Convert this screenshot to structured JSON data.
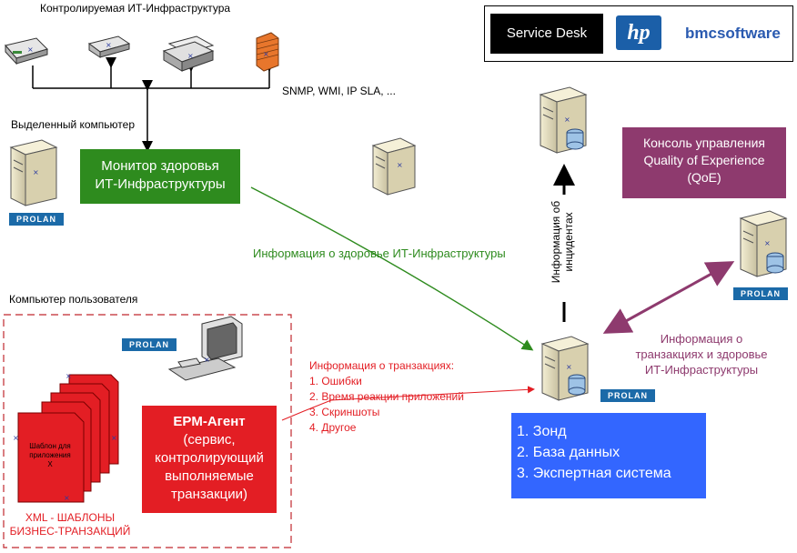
{
  "infra": {
    "title": "Контролируемая ИТ-Инфраструктура",
    "protocols": "SNMP, WMI, IP SLA, ..."
  },
  "dedicated": {
    "label": "Выделенный компьютер"
  },
  "monitor": {
    "line1": "Монитор здоровья",
    "line2": "ИТ-Инфраструктуры",
    "color": "#2e8b1e"
  },
  "health_flow": {
    "label": "Информация о здоровье ИТ-Инфраструктуры"
  },
  "incidents": {
    "line1": "Информация об",
    "line2": "инцидентах"
  },
  "vendors": {
    "service_desk": "Service Desk",
    "hp": "hp",
    "bmc": "bmcsoftware"
  },
  "qoe": {
    "line1": "Консоль управления",
    "line2": "Quality of Experience",
    "line3": "(QoE)",
    "color": "#8e3a6e"
  },
  "qoe_flow": {
    "line1": "Информация о",
    "line2": "транзакциях и здоровье",
    "line3": "ИТ-Инфраструктуры"
  },
  "user_pc": {
    "label": "Компьютер пользователя"
  },
  "templates": {
    "doc_text": [
      "Шаблон для",
      "приложения",
      "X"
    ],
    "caption1": "XML - ШАБЛОНЫ",
    "caption2": "БИЗНЕС-ТРАНЗАКЦИЙ"
  },
  "agent": {
    "title": "EPM-Агент",
    "line1": "(сервис,",
    "line2": "контролирующий",
    "line3": "выполняемые",
    "line4": "транзакции)"
  },
  "transactions": {
    "title": "Информация о транзакциях:",
    "items": [
      "1. Ошибки",
      "2. Время реакции приложений",
      "3. Скриншоты",
      "4. Другое"
    ]
  },
  "server_box": {
    "items": [
      "1. Зонд",
      "2. База данных",
      "3. Экспертная система"
    ],
    "color": "#3366ff"
  },
  "prolan": "PROLAN",
  "colors": {
    "red": "#e31e24",
    "green": "#2e8b1e",
    "purple": "#8e3a6e"
  }
}
